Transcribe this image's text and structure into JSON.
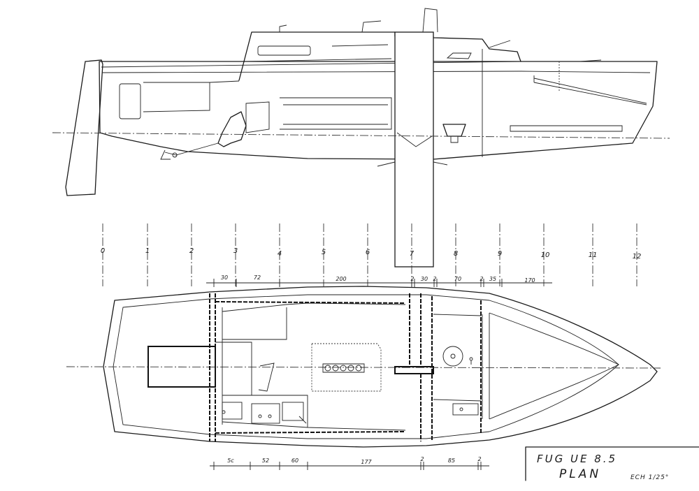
{
  "title": {
    "name": "FUG UE 8.5",
    "subtitle": "PLAN",
    "scale": "ECH 1/25°"
  },
  "stations": [
    "0",
    "1",
    "2",
    "3",
    "4",
    "5",
    "6",
    "7",
    "8",
    "9",
    "10",
    "11",
    "12"
  ],
  "top_dimensions": [
    "30",
    "72",
    "200",
    "2",
    "30",
    "2",
    "70",
    "2",
    "35",
    "170"
  ],
  "bottom_dimensions": [
    "5c",
    "52",
    "60",
    "177",
    "2",
    "85",
    "2"
  ]
}
